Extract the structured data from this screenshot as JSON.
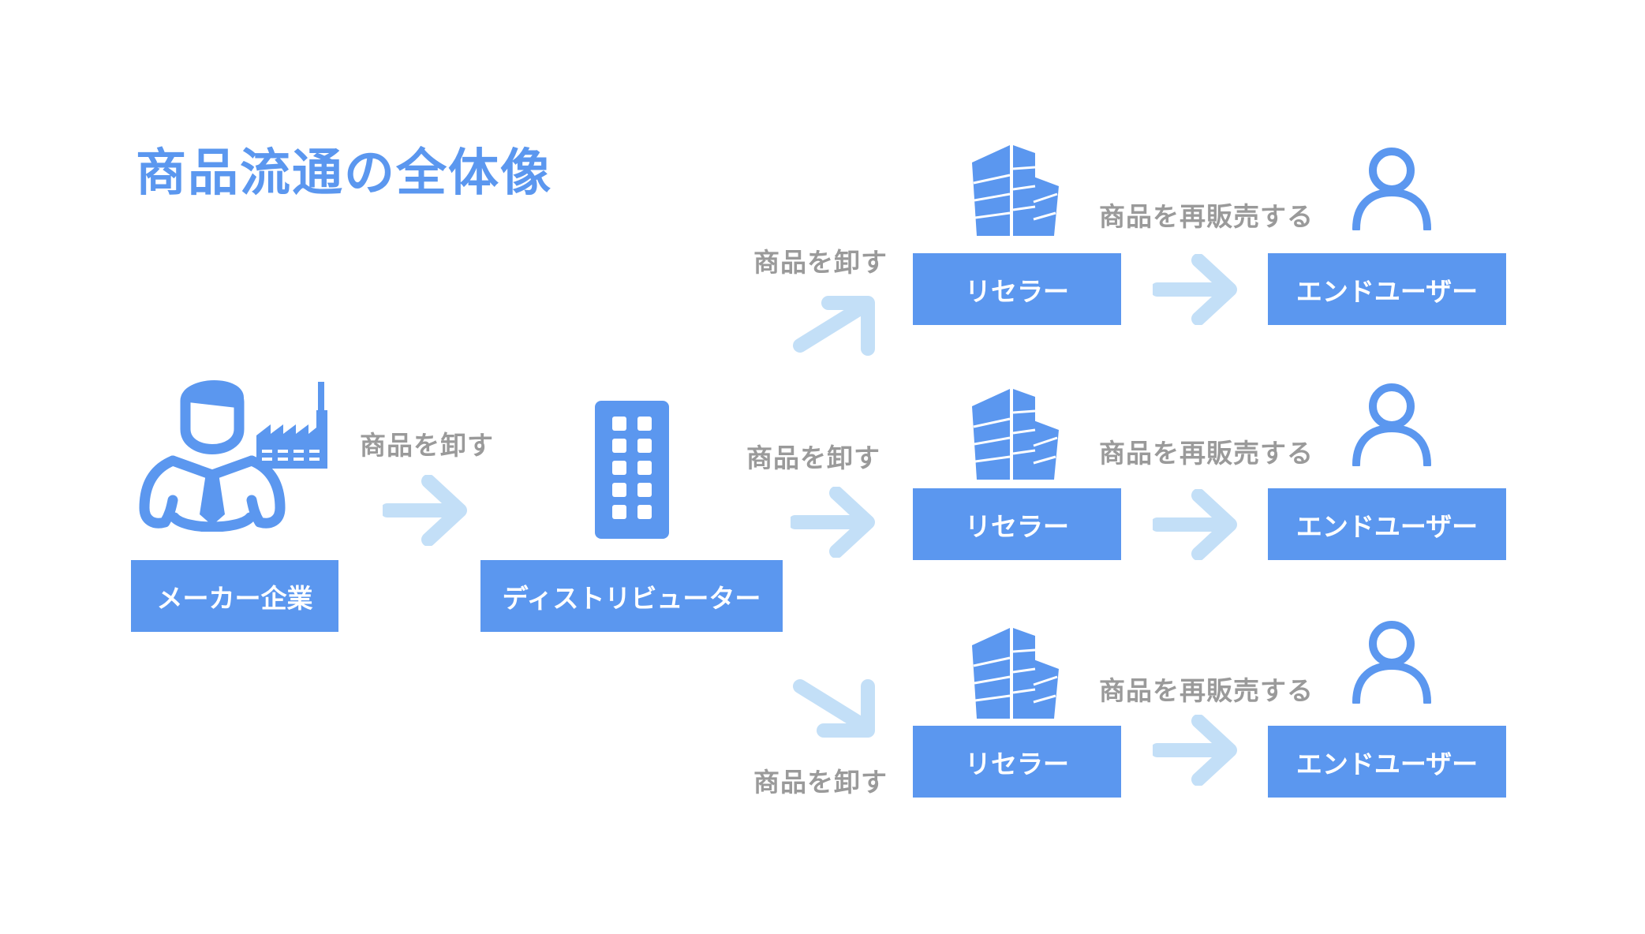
{
  "title": "商品流通の全体像",
  "colors": {
    "primary": "#5b97ef",
    "arrow": "#c3dff7",
    "caption": "#9a9a9a",
    "background": "#ffffff"
  },
  "maker": {
    "label": "メーカー企業",
    "icon": "businessman-factory-icon"
  },
  "distributor": {
    "label": "ディストリビューター",
    "icon": "office-building-icon"
  },
  "wholesale_caption": "商品を卸す",
  "branches": [
    {
      "caption": "商品を卸す",
      "reseller": "リセラー",
      "resell_caption": "商品を再販売する",
      "end_user": "エンドユーザー"
    },
    {
      "caption": "商品を卸す",
      "reseller": "リセラー",
      "resell_caption": "商品を再販売する",
      "end_user": "エンドユーザー"
    },
    {
      "caption": "商品を卸す",
      "reseller": "リセラー",
      "resell_caption": "商品を再販売する",
      "end_user": "エンドユーザー"
    }
  ],
  "icons": {
    "reseller": "city-buildings-icon",
    "end_user": "user-icon",
    "arrow": "chevron-arrow-icon"
  }
}
